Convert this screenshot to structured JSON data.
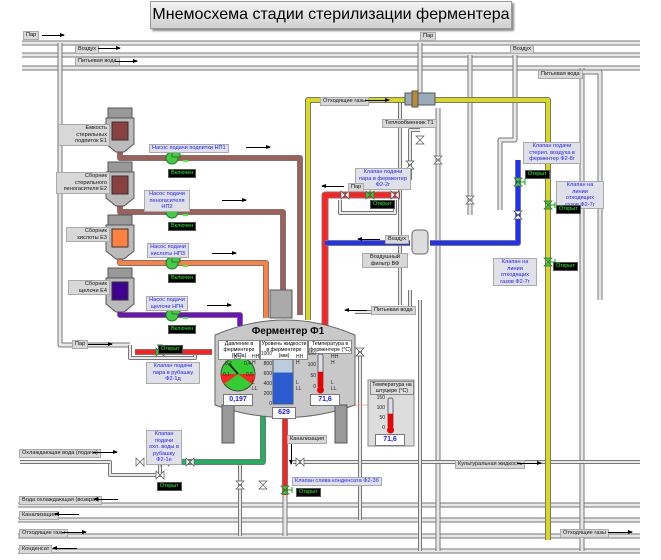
{
  "title": "Мнемосхема стадии стерилизации ферментера",
  "colors": {
    "pipe_gray": "#e8e8e8",
    "nutrient": "#a0605a",
    "antifoam": "#a0605a",
    "acid": "#ff8040",
    "alkali": "#7010c0",
    "offgas": "#d8d820",
    "steam": "#ff2020",
    "air": "#2030ff",
    "cooling_water": "#20b060",
    "valve_open": "#20e020",
    "status_text": "#20ff20"
  },
  "lines": {
    "steam_top_left": "Пар",
    "steam_top_right": "Пар",
    "air_top_left": "Воздух",
    "air_top_right": "Воздух",
    "water_top_left": "Питьевая вода",
    "water_top_right": "Питьевая вода",
    "offgas_top": "Отходящие газы",
    "heat_exchanger": "Теплообменник Т1",
    "steam_to_fermenter": "Пар",
    "air_to_fermenter": "Воздух",
    "air_filter": "Воздушный фильтр ВФ",
    "water_to_fermenter": "Питьевая вода",
    "steam_to_jacket": "Пар",
    "cooling_in": "Охлаждающая вода (подача)",
    "cooling_return": "Вода охлаждающая (возврат)",
    "sewer_bottom": "Канализация",
    "offgas_bottom_left": "Отходящие газы",
    "condensate": "Конденсат",
    "culture_liquid": "Культуральная жидкость",
    "offgas_bottom_right": "Отходящие газы",
    "sewer_drain": "Канализация"
  },
  "tanks": [
    {
      "label": "Емкость стерильных подпиток Е1",
      "color": "#8b4040"
    },
    {
      "label": "Сборник стерильного пеногасителя Е2",
      "color": "#8b4040"
    },
    {
      "label": "Сборник кислоты Е3",
      "color": "#ff8040"
    },
    {
      "label": "Сборник щелочи Е4",
      "color": "#400090"
    }
  ],
  "pumps": [
    {
      "label": "Насос подачи подпитки НП1",
      "state": "Включен"
    },
    {
      "label": "Насос подачи пеногасителя НП2",
      "state": "Включен"
    },
    {
      "label": "Насос подачи кислоты НП3",
      "state": "Включен"
    },
    {
      "label": "Насос подачи щелочи НП4",
      "state": "Включен"
    }
  ],
  "valves": {
    "steam_fermenter": {
      "label": "Клапан подачи пара в ферментер Ф2-2г",
      "state": "Открыт"
    },
    "air_fermenter": {
      "label": "Клапан подачи стерил. воздуха в ферментер Ф2-8г",
      "state": "Открыт"
    },
    "offgas_upper": {
      "label": "Клапан на линии отходящих газов Ф2-7г",
      "state": "Открыт"
    },
    "offgas_lower": {
      "label": "Клапан на линии отходящих газов Ф2-7г",
      "state": "Открыт"
    },
    "steam_jacket": {
      "label": "Клапан подачи пара в рубашку Ф2-1д",
      "state": "Открыт"
    },
    "cooling_jacket": {
      "label": "Клапан подачи охл. воды в рубашку Ф2-1е",
      "state": "Открыт"
    },
    "condensate_drain": {
      "label": "Клапан слива конденсата Ф2-3б",
      "state": "Открыт"
    }
  },
  "fermenter": {
    "title": "Ферментер Ф1",
    "pressure": {
      "label": "Давление в ферментере (МПа)",
      "value": "0,197",
      "gauge_value": 0.197,
      "ticks": [
        "0,1",
        "0,2",
        "0,3",
        "0,4",
        "0,5"
      ],
      "alarms_high": [
        "НН",
        "Н"
      ],
      "alarms_low": [
        "L",
        "LL"
      ]
    },
    "level": {
      "label": "Уровень жидкости в ферментере (мм)",
      "value": "629",
      "fill_fraction": 0.629,
      "ticks": [
        "1000",
        "800",
        "600",
        "400",
        "200",
        "0"
      ],
      "alarms_high": [
        "НН",
        "Н"
      ],
      "alarms_low": [
        "L",
        "LL"
      ]
    },
    "temperature": {
      "label": "Температура в ферментере (°C)",
      "value": "71,6",
      "fill_fraction": 0.477,
      "ticks": [
        "150",
        "100",
        "50",
        "0"
      ],
      "alarms_high": [
        "НН",
        "Н"
      ],
      "alarms_low": [
        "L",
        "LL"
      ]
    }
  },
  "nozzle_temperature": {
    "label": "Температура на штуцере (°C)",
    "value": "71,6",
    "fill_fraction": 0.477,
    "ticks": [
      "150",
      "100",
      "50",
      "0"
    ]
  }
}
